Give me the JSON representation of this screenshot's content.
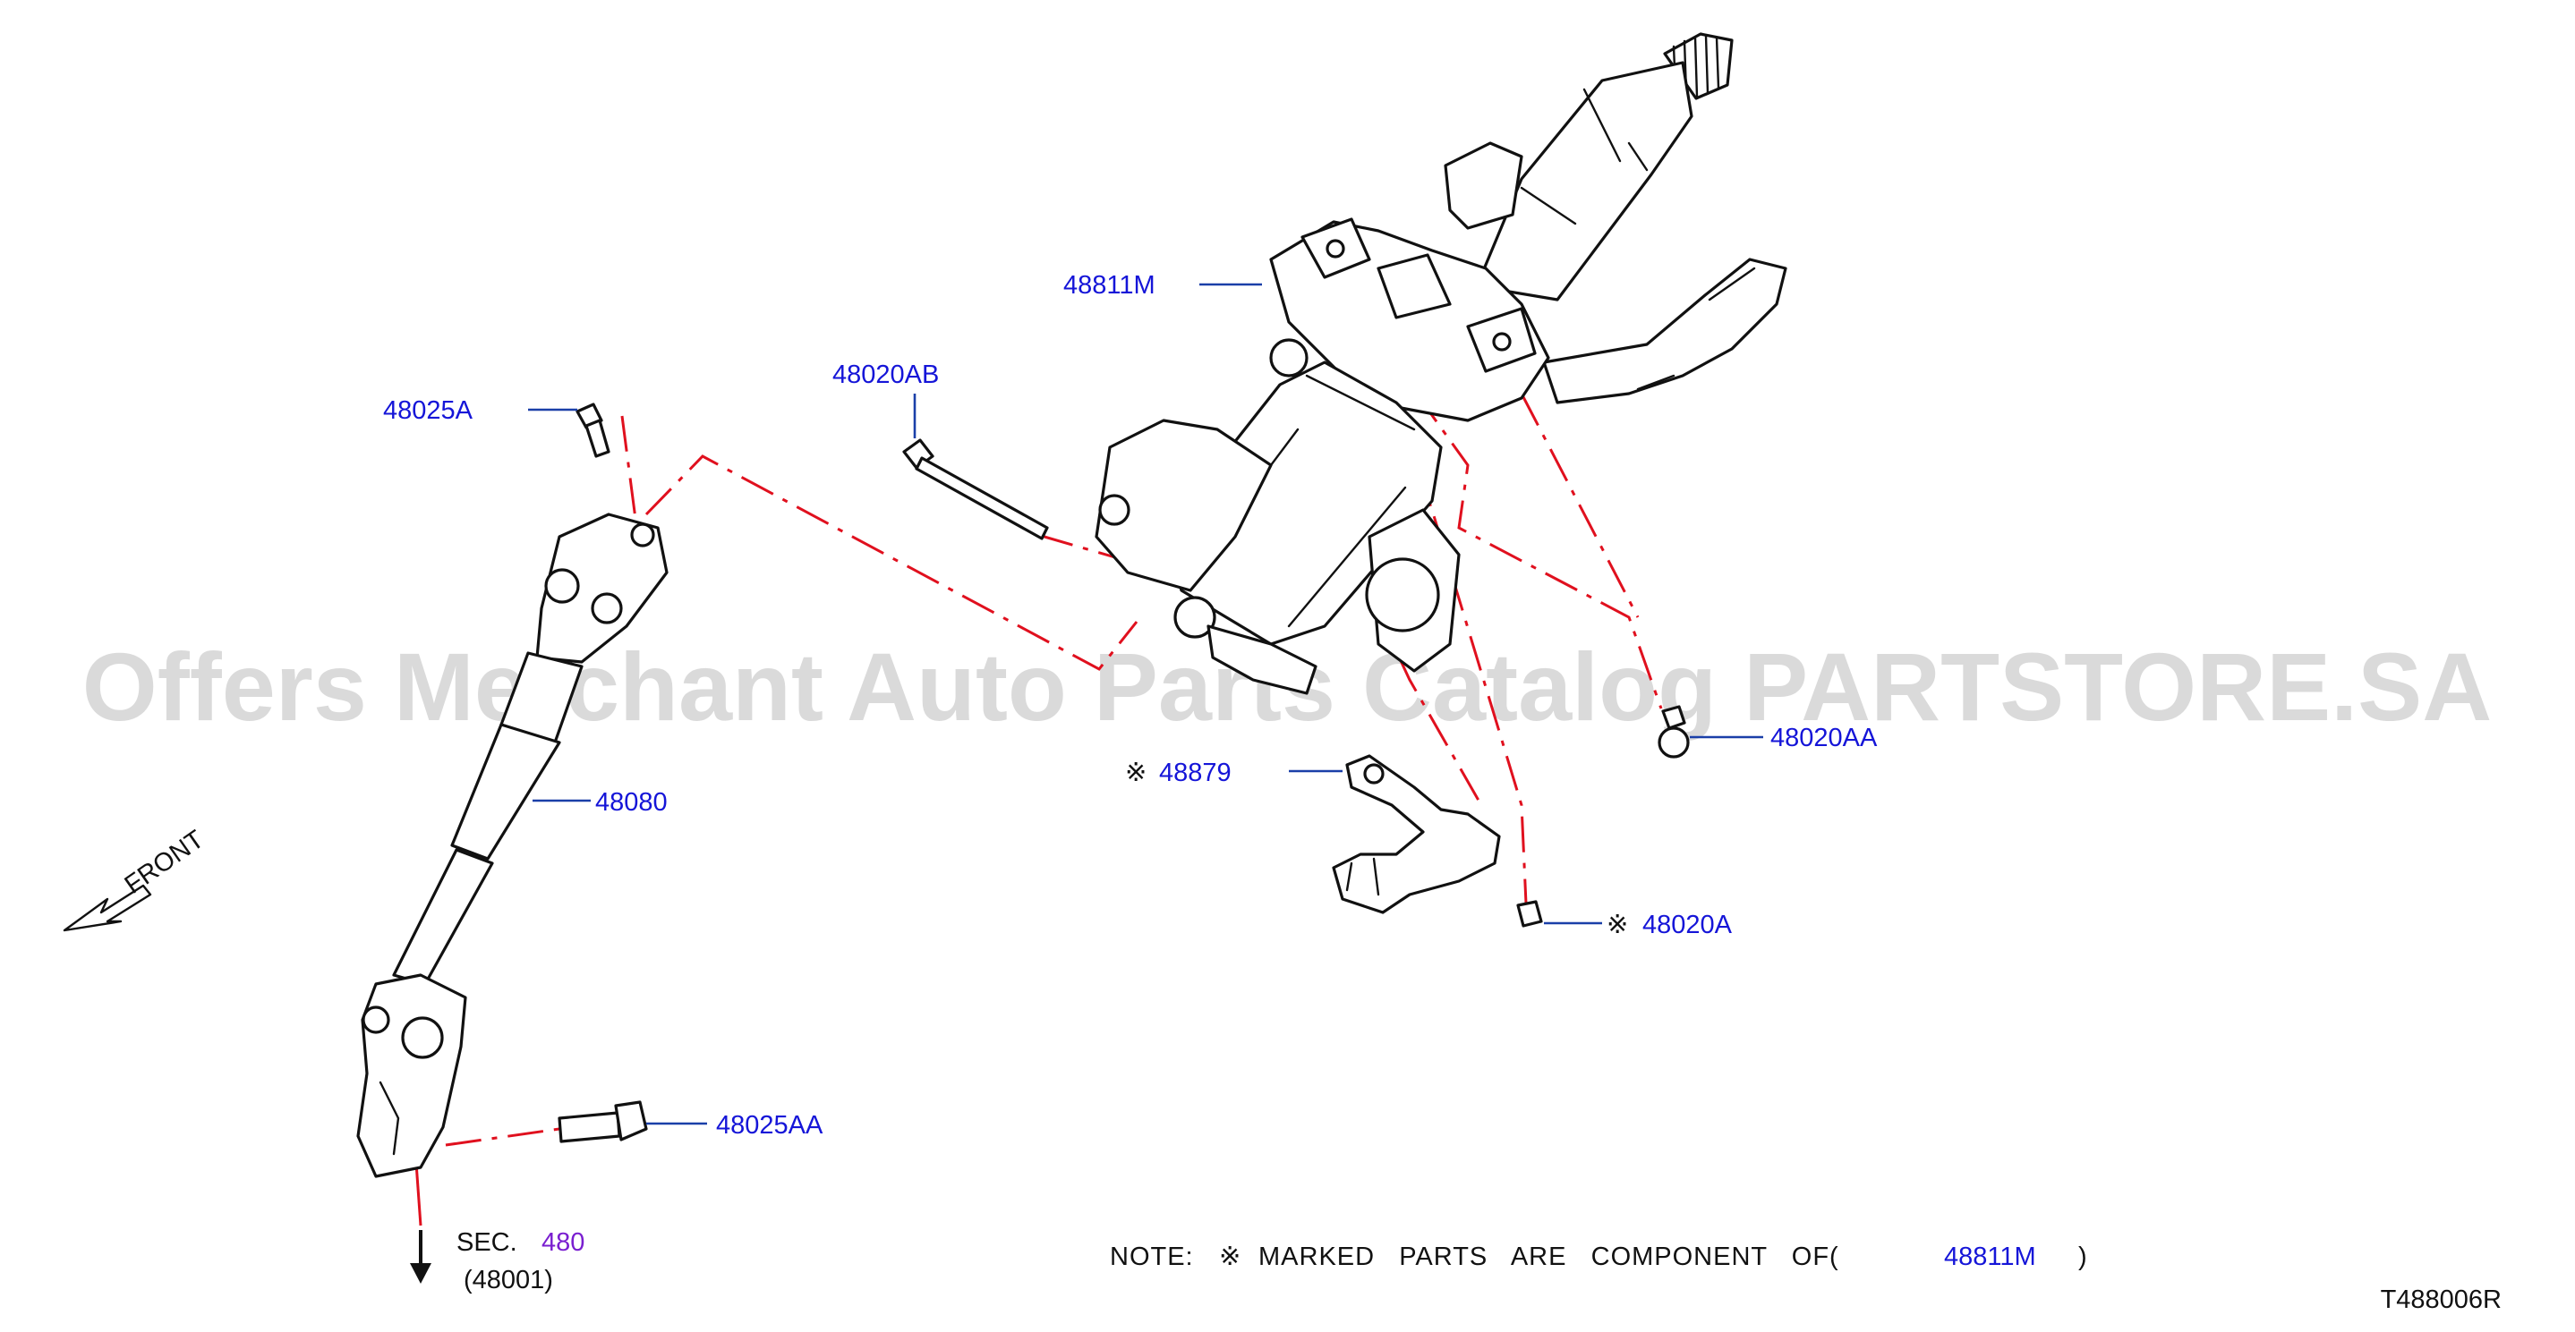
{
  "diagram": {
    "watermark": "Offers Merchant Auto Parts Catalog PARTSTORE.SA",
    "figure_code": "T488006R",
    "front_label": "FRONT",
    "colors": {
      "callout_text": "#1515d8",
      "leader_line": "#1a3fa8",
      "phantom_line": "#e0101e",
      "section_ref": "#7a1fd0",
      "outline": "#111111"
    },
    "callouts": [
      {
        "id": "48811M",
        "label": "48811M",
        "marked": false
      },
      {
        "id": "48020AB",
        "label": "48020AB",
        "marked": false
      },
      {
        "id": "48025A",
        "label": "48025A",
        "marked": false
      },
      {
        "id": "48080",
        "label": "48080",
        "marked": false
      },
      {
        "id": "48020AA",
        "label": "48020AA",
        "marked": false
      },
      {
        "id": "48879",
        "label": "48879",
        "marked": true
      },
      {
        "id": "48020A",
        "label": "48020A",
        "marked": true
      },
      {
        "id": "48025AA",
        "label": "48025AA",
        "marked": false
      }
    ],
    "marker_symbol": "※",
    "section_ref": {
      "prefix": "SEC.",
      "number": "480",
      "sub": "(48001)"
    },
    "note": {
      "lead": "NOTE:",
      "text": "MARKED   PARTS   ARE   COMPONENT   OF(",
      "part": "48811M",
      "close": ")"
    }
  }
}
